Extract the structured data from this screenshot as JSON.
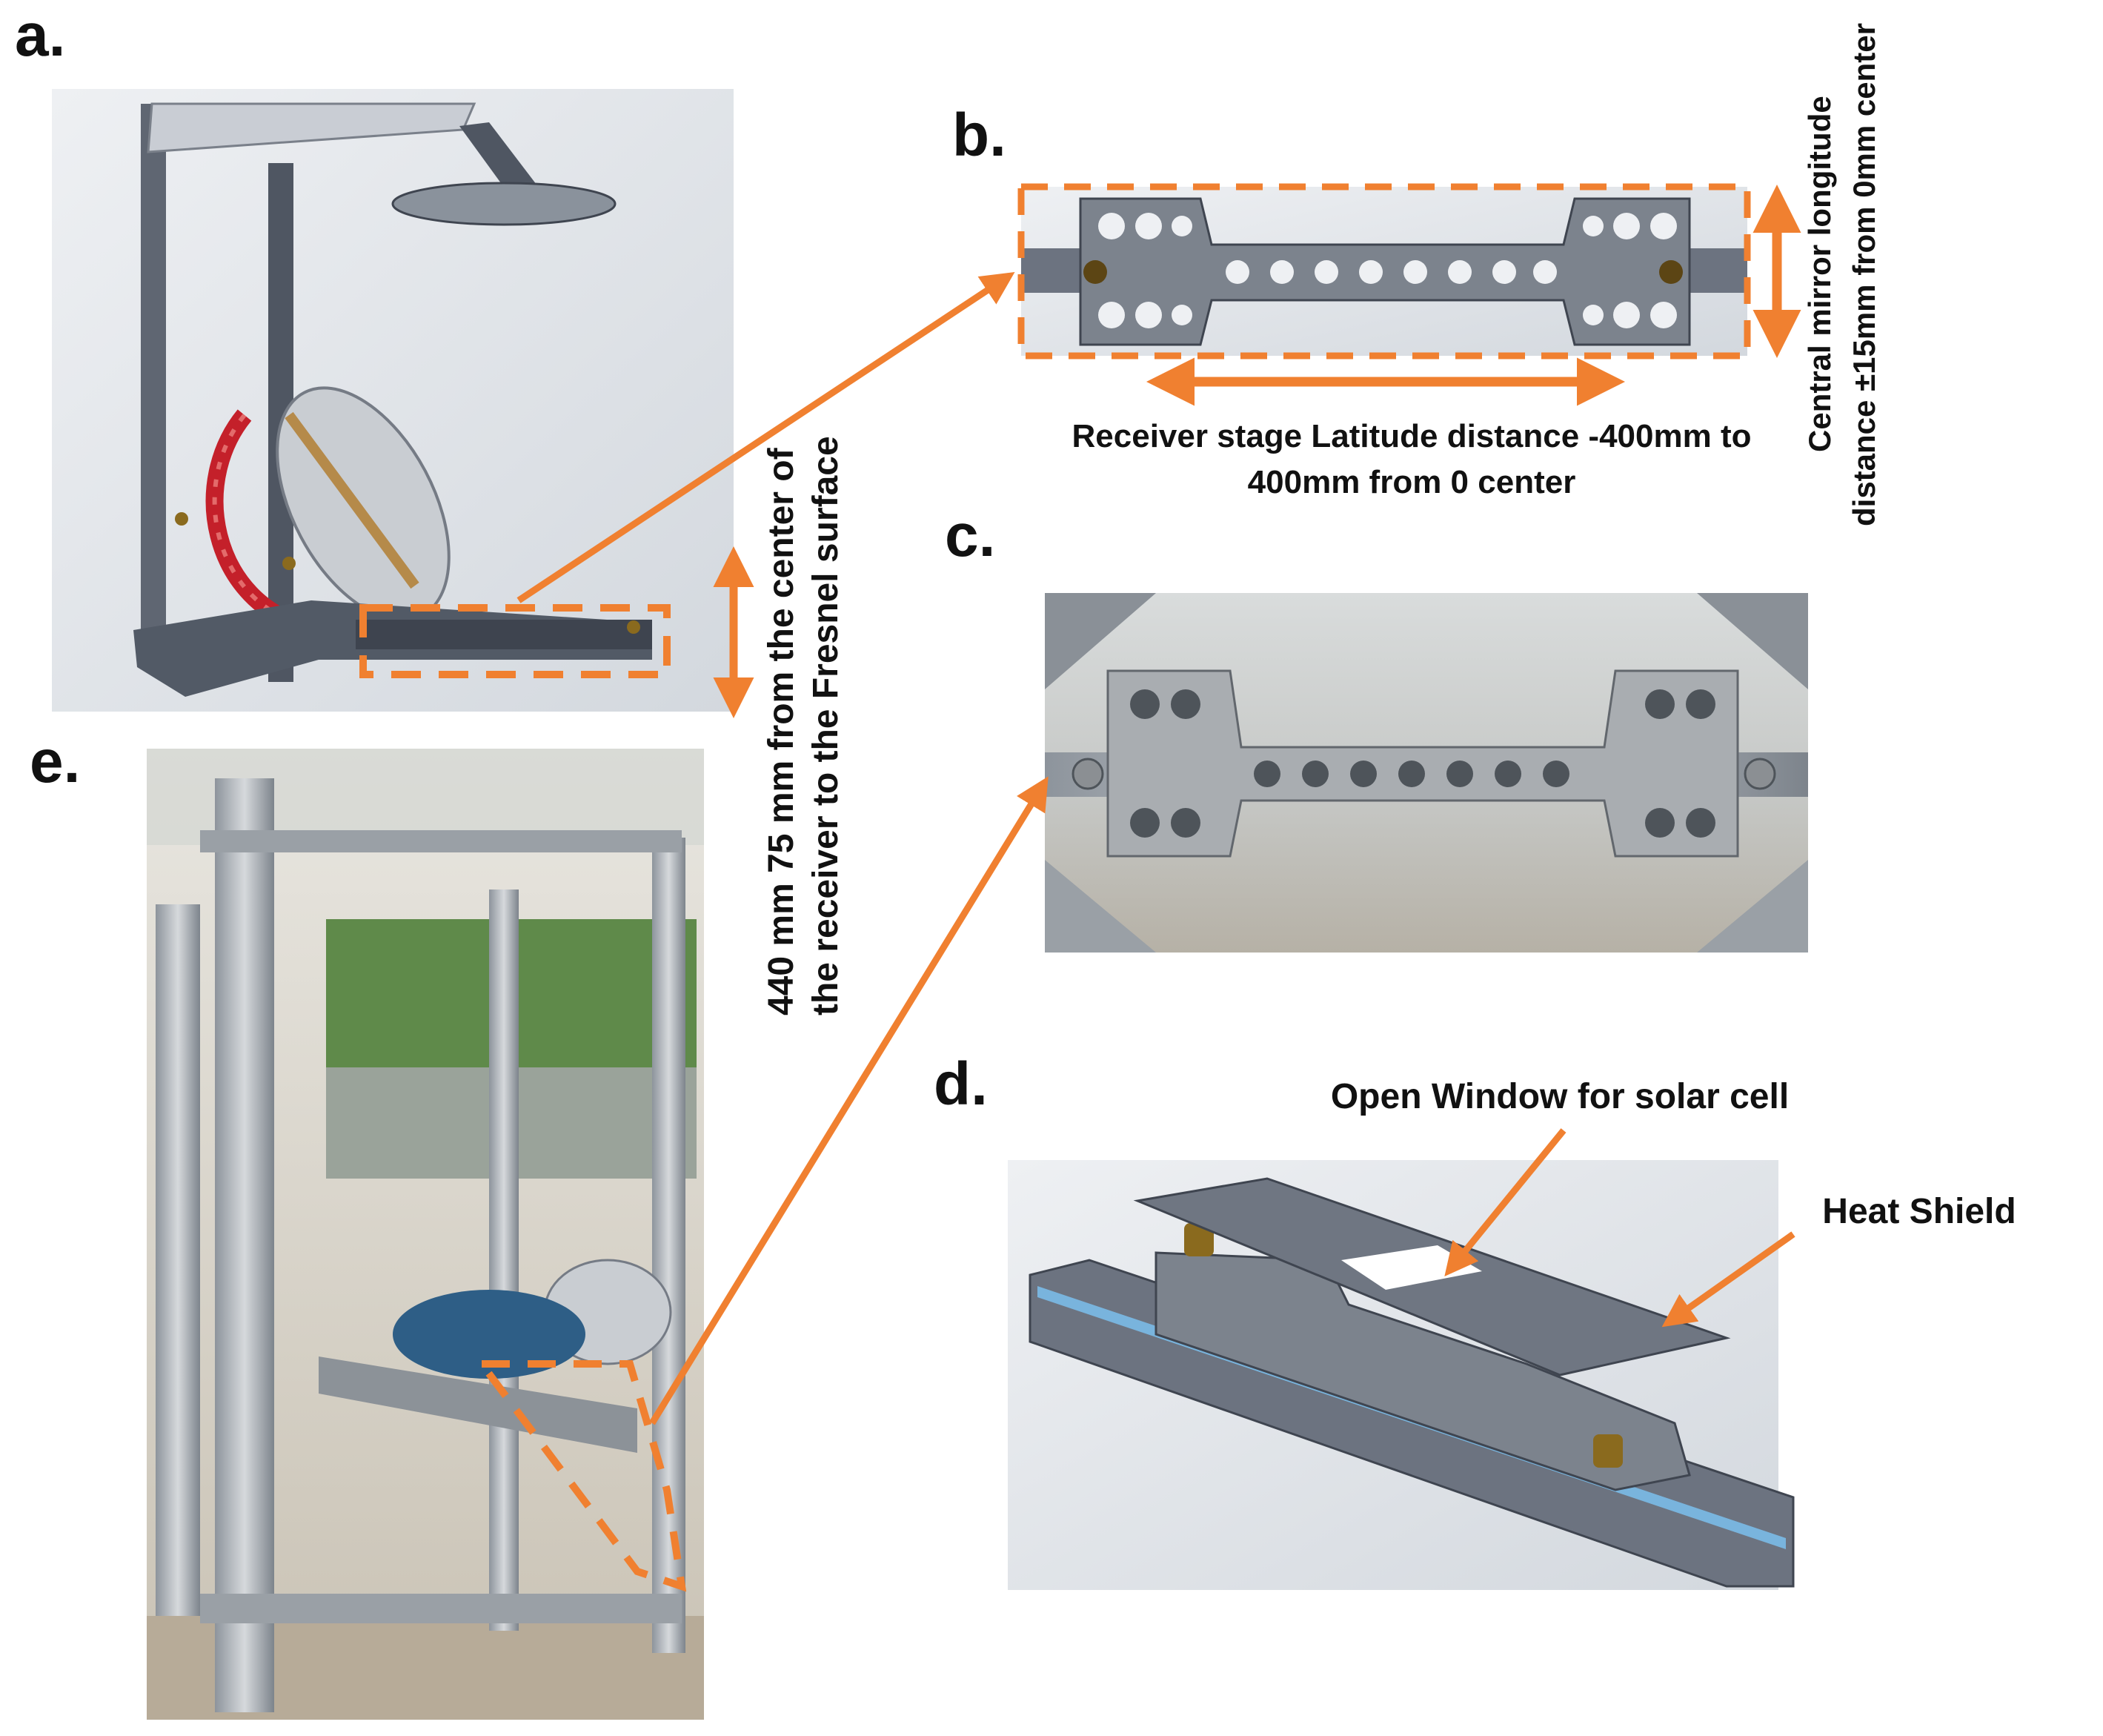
{
  "colors": {
    "accent": "#f08030",
    "cad_background": "#e3e6ea",
    "aluminium": "#6c7380",
    "steel_photo": "#b9bcbe",
    "mirror": "#c9cdd2",
    "red_arc": "#c4202a",
    "brass": "#8a6a1e",
    "wood": "#b58a4a"
  },
  "panels": {
    "a": {
      "letter": "a."
    },
    "b": {
      "letter": "b.",
      "latitude_line1": "Receiver stage Latitude distance -400mm to",
      "latitude_line2": "400mm from 0 center",
      "longitude_line1": "Central mirror longitude",
      "longitude_line2": "distance ±15mm from 0mm center"
    },
    "c": {
      "letter": "c."
    },
    "d": {
      "letter": "d.",
      "window_label": "Open Window for solar cell",
      "shield_label": "Heat Shield"
    },
    "e": {
      "letter": "e."
    }
  },
  "height_annotation": {
    "line1": "440 mm 75 mm from the center of",
    "line2": "the receiver to the Fresnel surface"
  },
  "icons": [
    "double-arrow-icon",
    "pointer-arrow-icon",
    "dashed-highlight-box"
  ]
}
